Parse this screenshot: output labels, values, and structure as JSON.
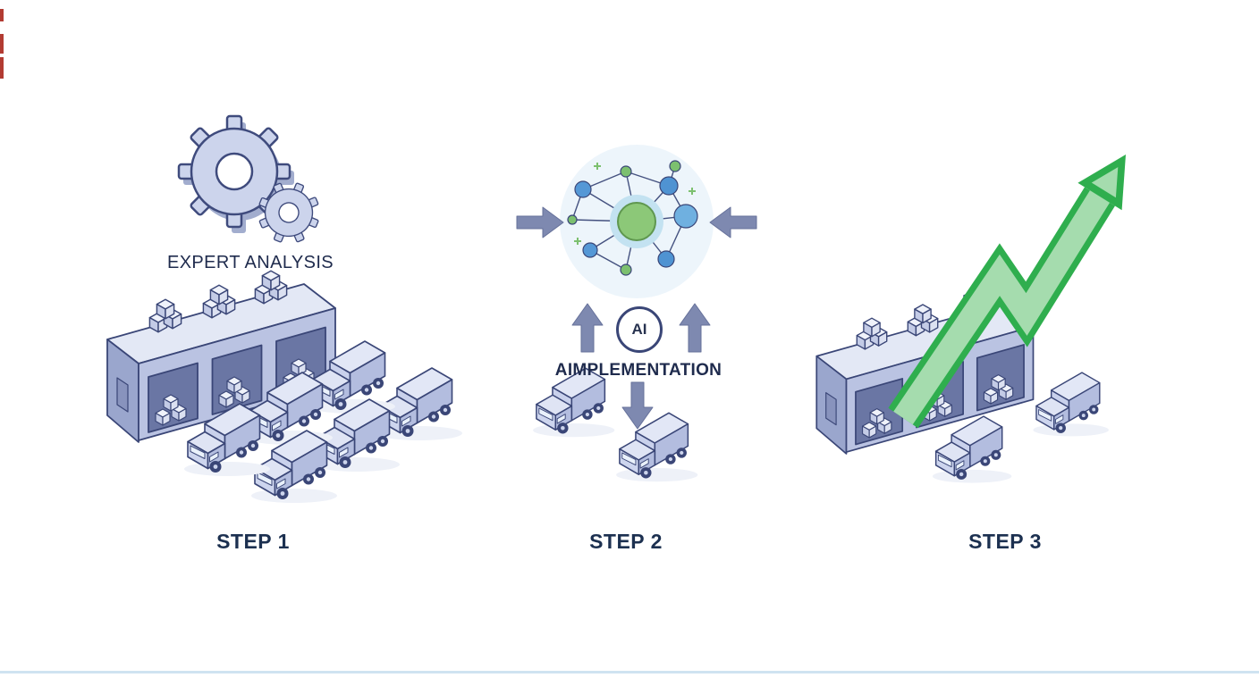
{
  "diagram_type": "three-step-process-illustration",
  "steps": [
    {
      "label": "STEP 1",
      "caption": "EXPERT ANALYSIS"
    },
    {
      "label": "STEP 2",
      "caption": "AIMPLEMENTATION",
      "badge_label": "AI"
    },
    {
      "label": "STEP 3"
    }
  ],
  "colors": {
    "outline": "#3a4677",
    "building_wall": "#bac3e2",
    "building_roof": "#e3e8f5",
    "door_fill": "#6a76a4",
    "arrow_slate": "#7e89b0",
    "node_blue": "#4f93d2",
    "node_green": "#7cc06f",
    "growth_green_dark": "#2fae4e",
    "growth_green_light": "#a5dcae",
    "divider": "#cfe3f1",
    "text": "#1f2b4d"
  },
  "icons": [
    "gears-icon",
    "network-ai-icon",
    "block-arrow-icon",
    "warehouse-icon",
    "truck-icon",
    "growth-arrow-icon",
    "cargo-box-icon"
  ]
}
